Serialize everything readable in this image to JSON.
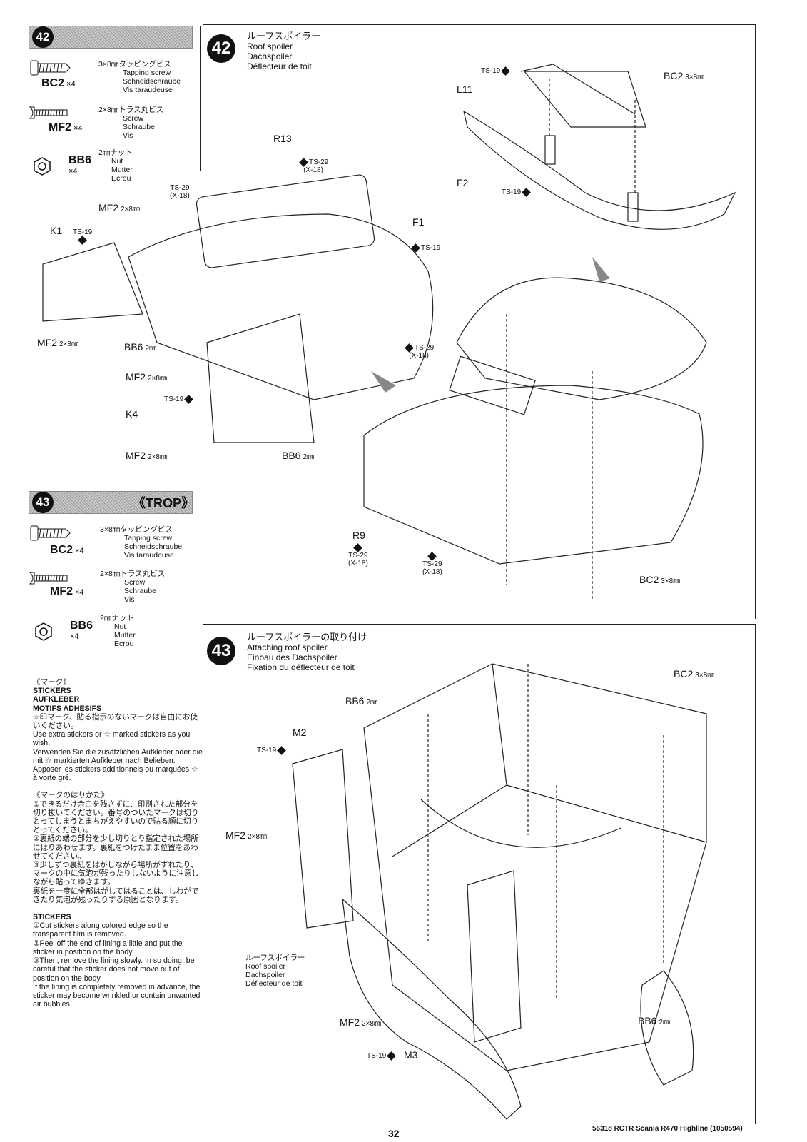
{
  "step42": {
    "number": "42",
    "title_jp": "ルーフスポイラー",
    "title_en": "Roof spoiler",
    "title_de": "Dachspoiler",
    "title_fr": "Déflecteur de toit",
    "parts": [
      {
        "code": "BC2",
        "qty": "×4",
        "jp": "3×8㎜タッピングビス",
        "en": "Tapping screw",
        "de": "Schneidschraube",
        "fr": "Vis taraudeuse"
      },
      {
        "code": "MF2",
        "qty": "×4",
        "jp": "2×8㎜トラス丸ビス",
        "en": "Screw",
        "de": "Schraube",
        "fr": "Vis"
      },
      {
        "code": "BB6",
        "qty": "×4",
        "jp": "2㎜ナット",
        "en": "Nut",
        "de": "Mutter",
        "fr": "Ecrou"
      }
    ],
    "labels": {
      "mf2_a": "MF2",
      "mf2_a_size": "2×8㎜",
      "k1": "K1",
      "mf2_b": "MF2",
      "mf2_b_size": "2×8㎜",
      "bb6_a": "BB6",
      "bb6_a_size": "2㎜",
      "mf2_c": "MF2",
      "mf2_c_size": "2×8㎜",
      "k4": "K4",
      "mf2_d": "MF2",
      "mf2_d_size": "2×8㎜",
      "bb6_b": "BB6",
      "bb6_b_size": "2㎜",
      "r13": "R13",
      "f1": "F1",
      "l11": "L11",
      "f2": "F2",
      "bc2_a": "BC2",
      "bc2_a_size": "3×8㎜",
      "bc2_b": "BC2",
      "bc2_b_size": "3×8㎜",
      "r9": "R9"
    },
    "paint": {
      "ts19": "TS-19",
      "ts29": "TS-29",
      "x18": "(X-18)"
    }
  },
  "step43": {
    "number": "43",
    "trop": "《TROP》",
    "title_jp": "ルーフスポイラーの取り付け",
    "title_en": "Attaching roof spoiler",
    "title_de": "Einbau des Dachspoiler",
    "title_fr": "Fixation du déflecteur de toit",
    "parts": [
      {
        "code": "BC2",
        "qty": "×4",
        "jp": "3×8㎜タッピングビス",
        "en": "Tapping screw",
        "de": "Schneidschraube",
        "fr": "Vis taraudeuse"
      },
      {
        "code": "MF2",
        "qty": "×4",
        "jp": "2×8㎜トラス丸ビス",
        "en": "Screw",
        "de": "Schraube",
        "fr": "Vis"
      },
      {
        "code": "BB6",
        "qty": "×4",
        "jp": "2㎜ナット",
        "en": "Nut",
        "de": "Mutter",
        "fr": "Ecrou"
      }
    ],
    "labels": {
      "bc2": "BC2",
      "bc2_size": "3×8㎜",
      "bb6_a": "BB6",
      "bb6_a_size": "2㎜",
      "m2": "M2",
      "mf2_a": "MF2",
      "mf2_a_size": "2×8㎜",
      "spoiler_jp": "ルーフスポイラー",
      "spoiler_en": "Roof spoiler",
      "spoiler_de": "Dachspoiler",
      "spoiler_fr": "Déflecteur de toit",
      "mf2_b": "MF2",
      "mf2_b_size": "2×8㎜",
      "m3": "M3",
      "bb6_b": "BB6",
      "bb6_b_size": "2㎜"
    }
  },
  "stickers": {
    "mark_jp": "《マーク》",
    "h_en": "STICKERS",
    "h_de": "AUFKLEBER",
    "h_fr": "MOTIFS ADHESIFS",
    "note_jp": "☆印マーク、貼る指示のないマークは自由にお使いください。",
    "note_en": "Use extra stickers or ☆ marked stickers as you wish.",
    "note_de": "Verwenden Sie die zusätzlichen Aufkleber oder die mit ☆ markierten Aufkleber nach Belieben.",
    "note_fr": "Apposer les stickers additionnels ou marquées ☆ à vorte gré.",
    "howto_jp": "《マークのはりかた》",
    "jp_1": "①できるだけ余白を残さずに、印刷された部分を切り抜いてください。番号のついたマークは切りとってしまうとまちがえやすいので貼る順に切りとってください。",
    "jp_2": "②裏紙の端の部分を少し切りとり指定された場所にはりあわせます。裏紙をつけたまま位置をあわせてください。",
    "jp_3": "③少しずつ裏紙をはがしながら場所がずれたり、マークの中に気泡が残ったりしないように注意しながら貼ってゆきます。",
    "jp_4": "裏紙を一度に全部はがしてはることは、しわができたり気泡が残ったりする原因となります。",
    "en_h": "STICKERS",
    "en_1": "①Cut stickers along colored edge so the transparent film is removed.",
    "en_2": "②Peel off the end of lining a little and put the sticker in position on the body.",
    "en_3": "③Then, remove the lining slowly. In so doing, be careful that the sticker does not move out of position on the body.",
    "en_4": "If the lining is completely removed in advance, the sticker may become wrinkled or contain unwanted air bubbles."
  },
  "footer": {
    "page": "32",
    "title": "56318 RCTR Scania R470 Highline (1050594)"
  }
}
